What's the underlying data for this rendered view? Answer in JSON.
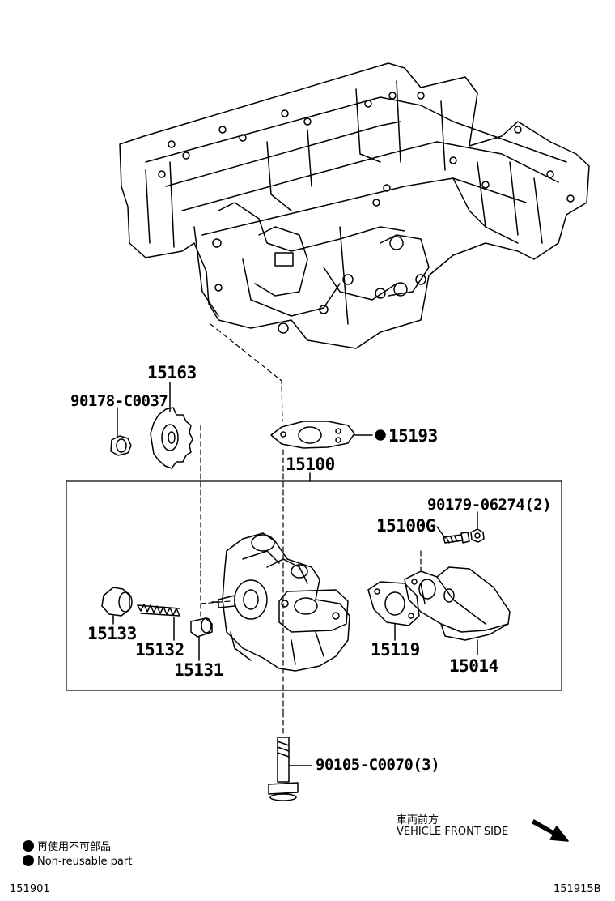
{
  "parts": {
    "p15163": "15163",
    "p90178": "90178-C0037",
    "p15193": "15193",
    "p15100": "15100",
    "p90179": "90179-06274(2)",
    "p15100G": "15100G",
    "p15133": "15133",
    "p15132": "15132",
    "p15131": "15131",
    "p15119": "15119",
    "p15014": "15014",
    "p90105": "90105-C0070(3)"
  },
  "legend": {
    "jp": "再使用不可部品",
    "en": "Non-reusable part"
  },
  "direction": {
    "jp": "車両前方",
    "en": "VEHICLE FRONT SIDE"
  },
  "footer": {
    "left_code": "151901",
    "right_code": "151915B"
  }
}
